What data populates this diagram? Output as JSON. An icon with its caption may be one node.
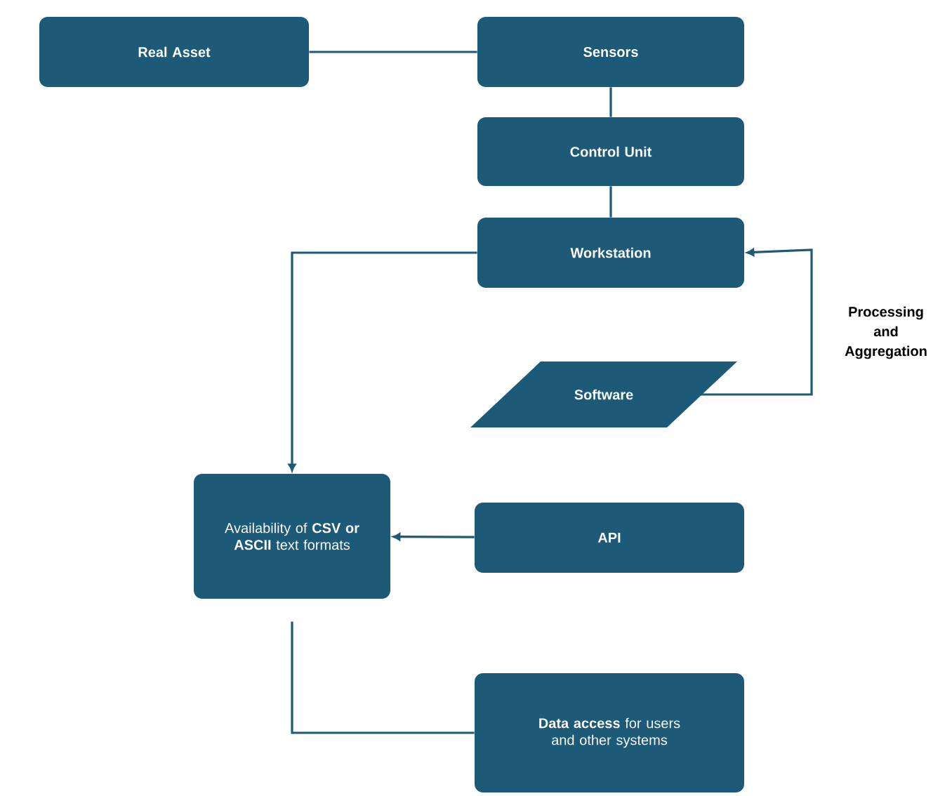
{
  "diagram": {
    "nodes": [
      {
        "text": [
          "Real Asset"
        ]
      },
      {
        "text": [
          "Sensors"
        ]
      },
      {
        "text": [
          "Control Unit"
        ]
      },
      {
        "text": [
          "Workstation"
        ]
      },
      {
        "text": [
          "Software"
        ]
      },
      {
        "text": [
          "Availability of **CSV or ASCII** text formats"
        ]
      },
      {
        "text": [
          "API"
        ]
      },
      {
        "text": [
          "**Data access** for users and other systems"
        ]
      }
    ],
    "edges": [
      {
        "from": 0,
        "to": 1,
        "arrow": "none"
      },
      {
        "from": 1,
        "to": 2,
        "arrow": "none"
      },
      {
        "from": 2,
        "to": 3,
        "arrow": "none"
      },
      {
        "from": 3,
        "to": 5,
        "arrow": "to"
      },
      {
        "from": 4,
        "to": 3,
        "arrow": "to",
        "label": "Processing and Aggregation"
      },
      {
        "from": 6,
        "to": 5,
        "arrow": "to"
      },
      {
        "from": 5,
        "to": 7,
        "arrow": "none"
      }
    ]
  }
}
